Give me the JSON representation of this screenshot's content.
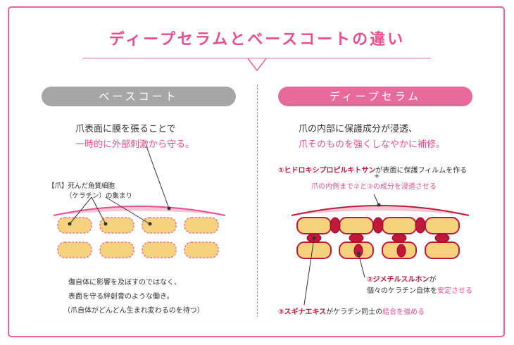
{
  "title": "ディープセラムとベースコートの違い",
  "left": {
    "header": "ベースコート",
    "desc_line1": "爪表面に膜を張ることで",
    "desc_line2": "一時的に外部刺激から守る。",
    "label_line1": "【爪】死んだ角質細胞",
    "label_line2": "（ケラチン）の集まり",
    "note_line1": "傷自体に影響を及ぼすのではなく、",
    "note_line2": "表面を守る絆創膏のような働き。",
    "note_line3": "（爪自体がどんどん生まれ変わるのを待つ）"
  },
  "right": {
    "header": "ディープセラム",
    "desc_line1": "爪の内部に保護成分が浸透、",
    "desc_line2": "爪そのものを強くしなやかに補修。",
    "step1_red": "①ヒドロキシプロピルキトサン",
    "step1_rest": "が表面に保護フィルムを作る",
    "plus": "+",
    "step1_sub": "爪の内側まで②と③の成分を浸透させる",
    "step2_red": "②ジメチルスルホン",
    "step2_rest": "が",
    "step2_line2_a": "個々のケラチン自体を",
    "step2_line2_b": "安定させる",
    "step3_red": "③スギナエキス",
    "step3_rest": "がケラチン同士の",
    "step3_pink": "結合を強める"
  },
  "colors": {
    "accent": "#e6508e",
    "cell_fill": "#f7d27e",
    "cell_border": "#e67a9b",
    "serum_red": "#c0183a",
    "gray": "#a6a6a6"
  }
}
